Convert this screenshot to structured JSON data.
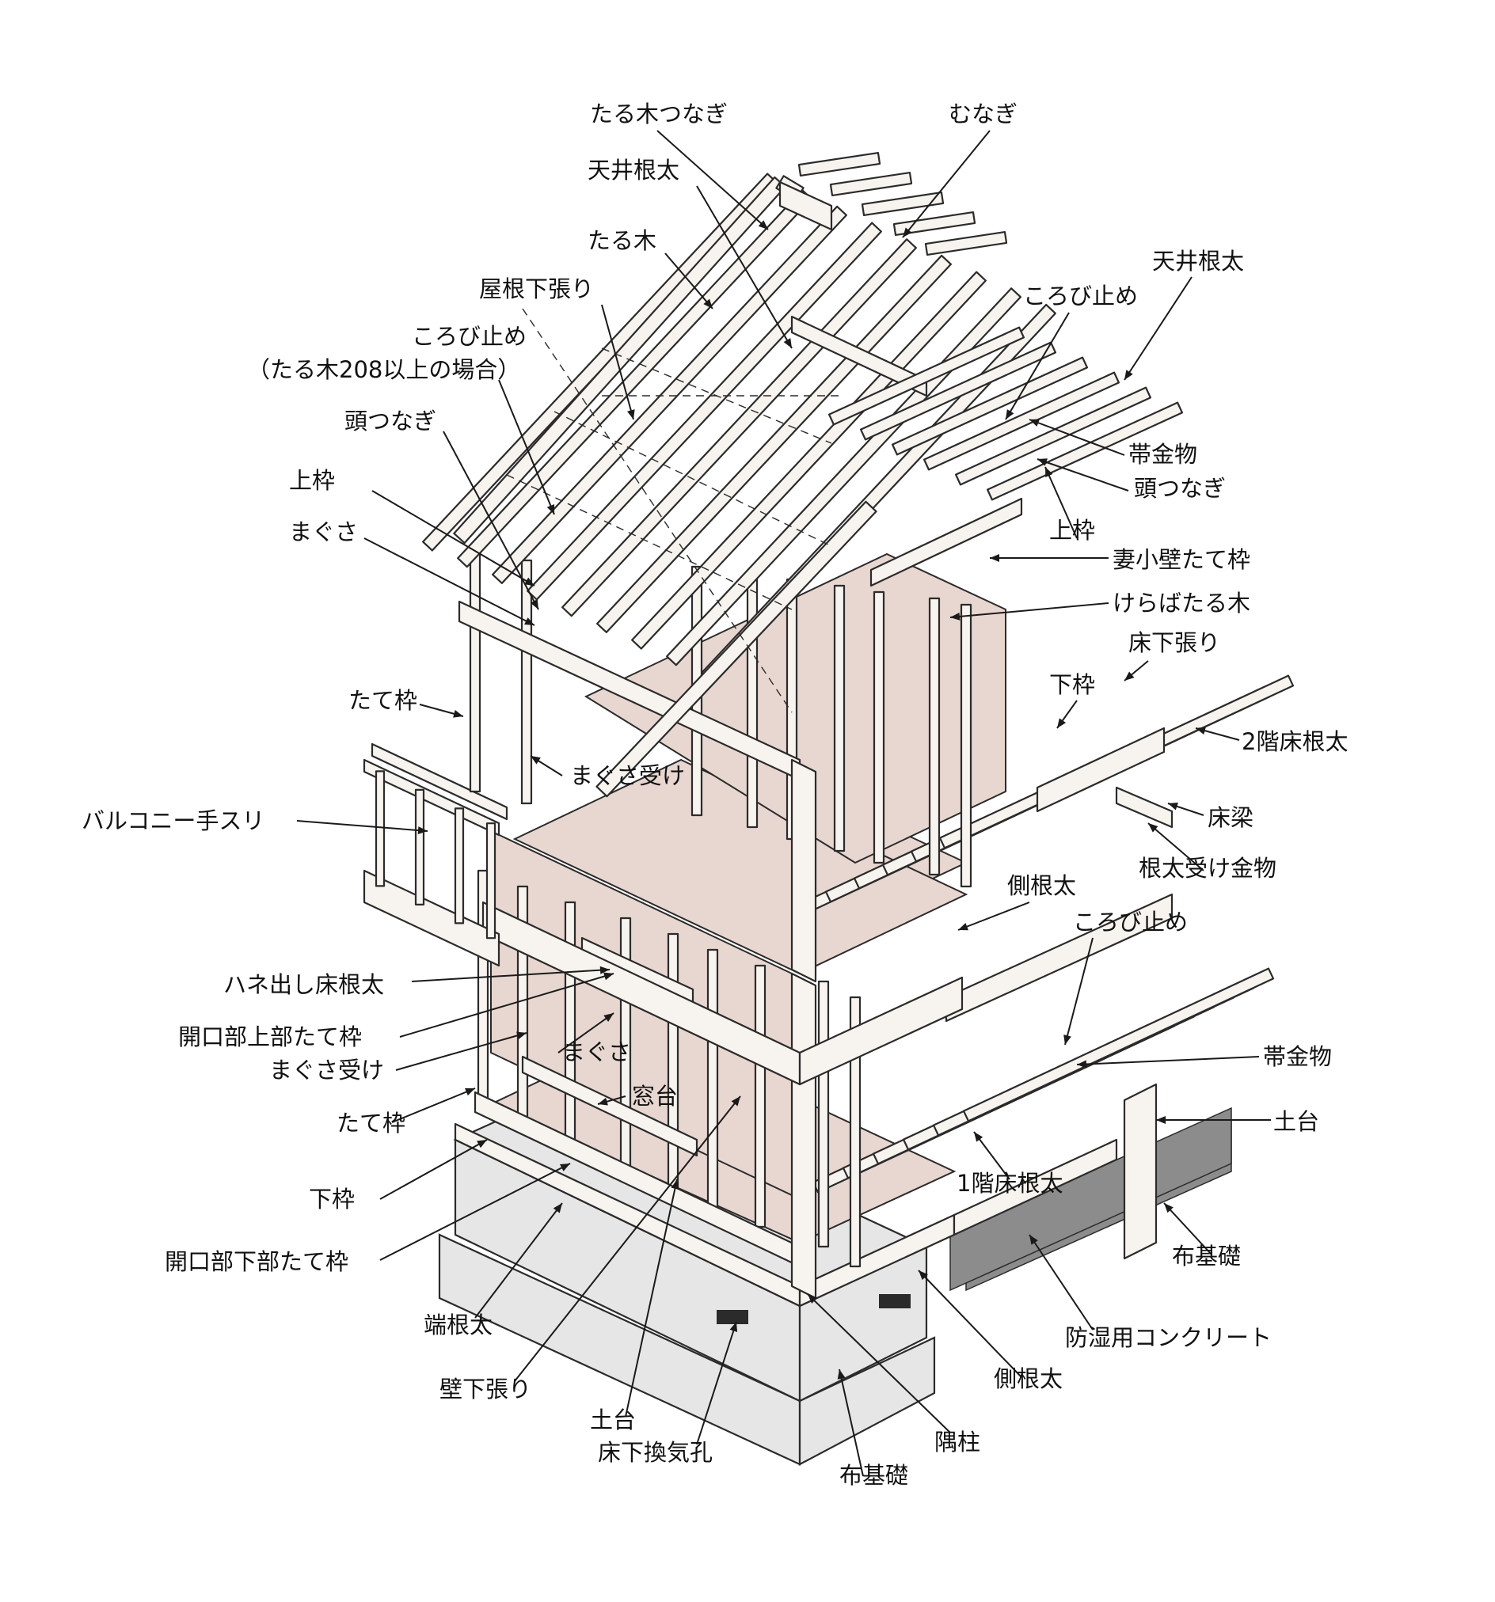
{
  "labels": {
    "rafter_tie": "たる木つなぎ",
    "ridge_board": "むなぎ",
    "ceiling_joist_top": "天井根太",
    "rafter": "たる木",
    "roof_sheathing": "屋根下張り",
    "blocking_rafter": "ころび止め",
    "blocking_rafter_note": "（たる木208以上の場合）",
    "top_plate_left": "頭つなぎ",
    "top_frame_left": "上枠",
    "header_left": "まぐさ",
    "ceiling_joist_right": "天井根太",
    "blocking_right": "ころび止め",
    "strap_right": "帯金物",
    "top_plate_right": "頭つなぎ",
    "top_frame_right": "上枠",
    "gable_stud": "妻小壁たて枠",
    "barge_rafter": "けらばたる木",
    "subfloor": "床下張り",
    "bottom_plate_upper": "下枠",
    "floor_joist_2f": "2階床根太",
    "floor_beam": "床梁",
    "joist_hanger": "根太受け金物",
    "stud_upper": "たて枠",
    "jack_stud_upper": "まぐさ受け",
    "balcony_rail": "バルコニー手スリ",
    "rim_joist_right": "側根太",
    "blocking_lower": "ころび止め",
    "cantilever_joist": "ハネ出し床根太",
    "cripple_stud_upper": "開口部上部たて枠",
    "header_lower": "まぐさ",
    "jack_stud_lower": "まぐさ受け",
    "window_sill": "窓台",
    "stud_lower": "たて枠",
    "strap_lower": "帯金物",
    "sill_right": "土台",
    "floor_joist_1f": "1階床根太",
    "bottom_plate_lower": "下枠",
    "foundation_right": "布基礎",
    "cripple_stud_lower": "開口部下部たて枠",
    "vapor_concrete": "防湿用コンクリート",
    "end_joist": "端根太",
    "rim_joist_lower": "側根太",
    "wall_sheathing": "壁下張り",
    "sill_lower": "土台",
    "corner_post": "隅柱",
    "vent": "床下換気孔",
    "foundation_lower": "布基礎"
  },
  "colors": {
    "line": "#2b2b2b",
    "wood": "#f7f3ee",
    "plywood": "#e8d6d0",
    "concrete": "#e6e6e6",
    "ground": "#8c8c8c"
  }
}
